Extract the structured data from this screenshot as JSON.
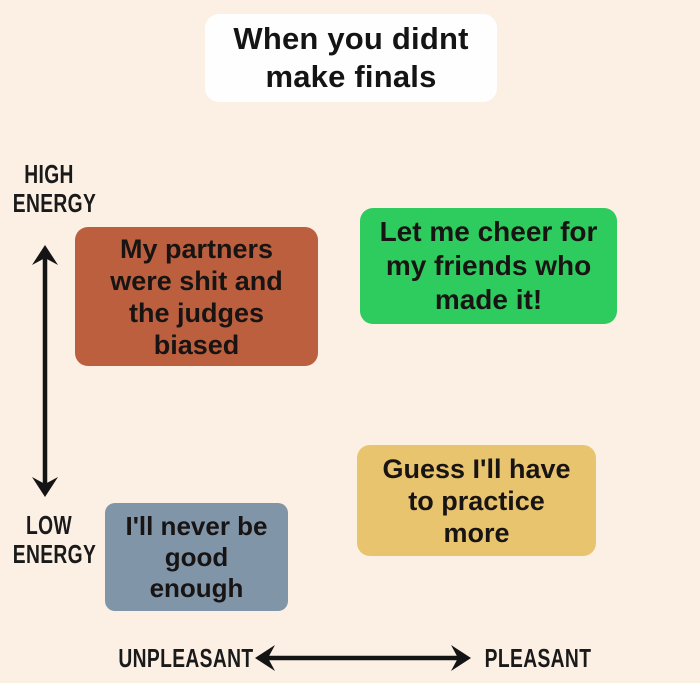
{
  "title": {
    "line1": "When you didnt",
    "line2": "make finals"
  },
  "axes": {
    "y_axis": {
      "high": {
        "line1": "HIGH",
        "line2": "ENERGY"
      },
      "low": {
        "line1": "LOW",
        "line2": "ENERGY"
      }
    },
    "x_axis": {
      "left": "UNPLEASANT",
      "right": "PLEASANT"
    }
  },
  "quadrants": [
    {
      "position": "high-energy-unpleasant",
      "color": "#bc5f3e",
      "label": "My partners were shit and the judges biased",
      "lines": [
        "My partners",
        "were shit and",
        "the judges",
        "biased"
      ]
    },
    {
      "position": "high-energy-pleasant",
      "color": "#2ecc5e",
      "label": "Let me cheer for my friends who made it!",
      "lines": [
        "Let me cheer for",
        "my friends who",
        "made it!"
      ]
    },
    {
      "position": "low-energy-pleasant",
      "color": "#e9c46f",
      "label": "Guess I'll have to practice more",
      "lines": [
        "Guess I'll have",
        "to practice",
        "more"
      ]
    },
    {
      "position": "low-energy-unpleasant",
      "color": "#8195a9",
      "label": "I'll never be good enough",
      "lines": [
        "I'll never be",
        "good",
        "enough"
      ]
    }
  ],
  "colors": {
    "background": "#fcefe4",
    "title_box": "#fefefe",
    "note_text": "#171413",
    "arrow": "#141414"
  }
}
